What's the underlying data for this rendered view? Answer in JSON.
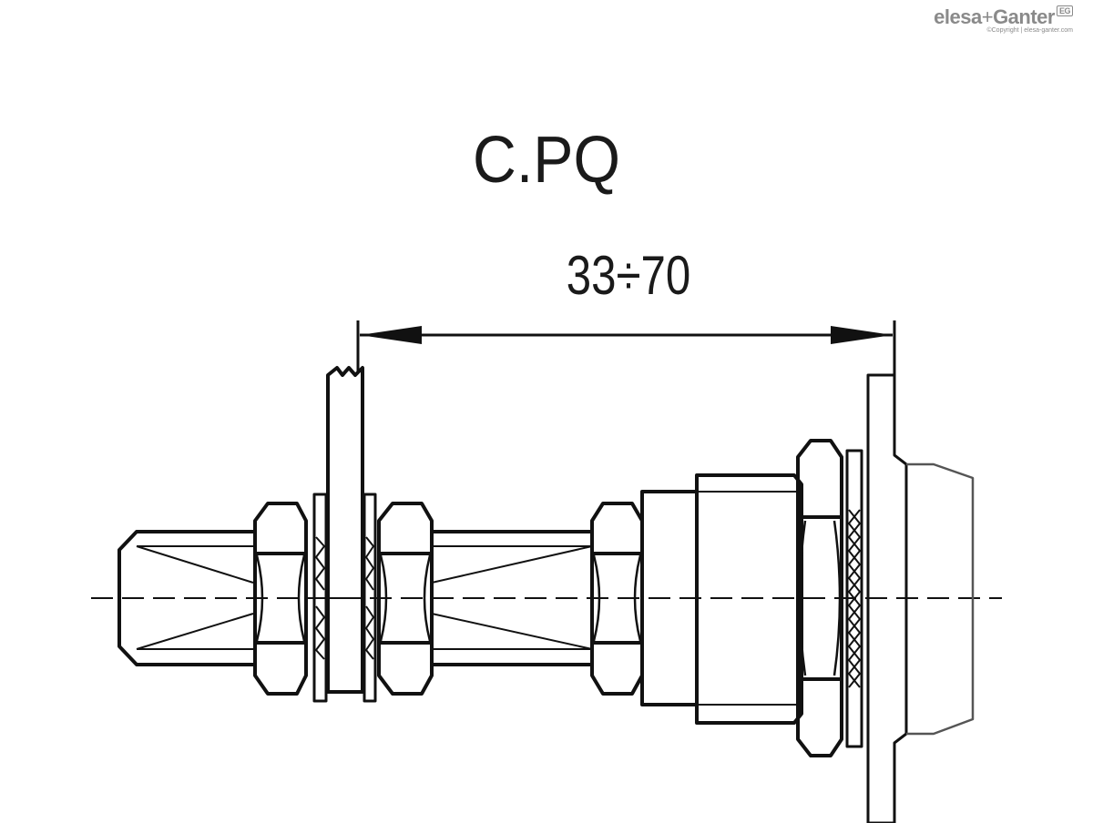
{
  "logo": {
    "brand_left": "elesa",
    "plus": "+",
    "brand_right": "Ganter",
    "badge": "EG",
    "copyright": "©Copyright | elesa-ganter.com"
  },
  "title": "C.PQ",
  "dimension": {
    "label": "33÷70"
  }
}
